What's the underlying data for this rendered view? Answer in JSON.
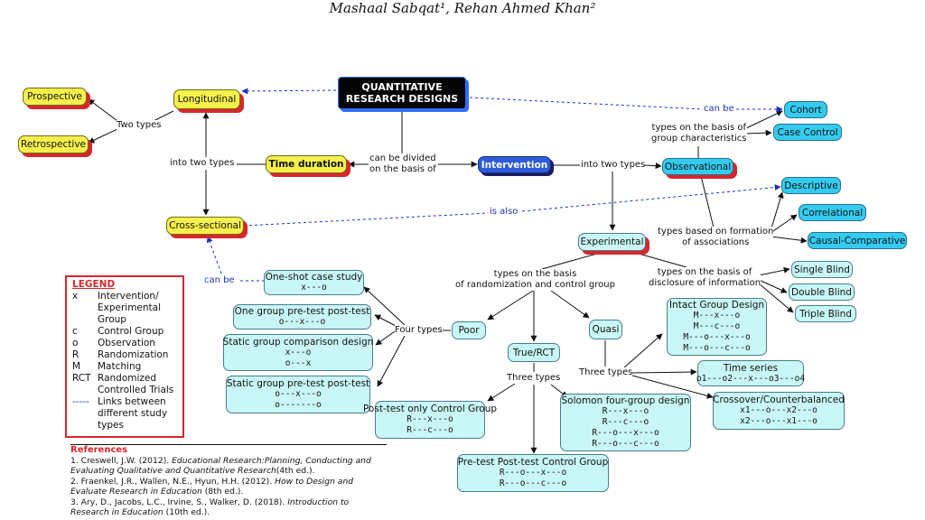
{
  "header": {
    "authors": "Mashaal Sabqat¹, Rehan Ahmed Khan²"
  },
  "nodes": {
    "title": "QUANTITATIVE\nRESEARCH DESIGNS",
    "time_duration": "Time duration",
    "intervention": "Intervention",
    "longitudinal": "Longitudinal",
    "prospective": "Prospective",
    "retrospective": "Retrospective",
    "cross_sectional": "Cross-sectional",
    "observational": "Observational",
    "cohort": "Cohort",
    "case_control": "Case Control",
    "descriptive": "Descriptive",
    "correlational": "Correlational",
    "causal_comparative": "Causal-Comparative",
    "experimental": "Experimental",
    "single_blind": "Single Blind",
    "double_blind": "Double Blind",
    "triple_blind": "Triple Blind",
    "poor": "Poor",
    "true_rct": "True/RCT",
    "quasi": "Quasi",
    "one_shot": {
      "name": "One-shot case study",
      "formula": "x---o"
    },
    "one_group": {
      "name": "One group pre-test post-test",
      "formula": "o---x---o"
    },
    "static_group": {
      "name": "Static group comparison design",
      "formula1": "x---o",
      "formula2": "o---x"
    },
    "static_group_prepost": {
      "name": "Static group pre-test post-test",
      "formula1": "o---x---o",
      "formula2": "o-------o"
    },
    "posttest_only": {
      "name": "Post-test only Control Group",
      "formula1": "R---x---o",
      "formula2": "R---c---o"
    },
    "solomon": {
      "name": "Solomon four-group design",
      "formula1": "R---x---o",
      "formula2": "R---c---o",
      "formula3": "R---o---x---o",
      "formula4": "R---o---c---o"
    },
    "prepost_control": {
      "name": "Pre-test Post-test Control Group",
      "formula1": "R---o---x---o",
      "formula2": "R---o---c---o"
    },
    "intact_group": {
      "name": "Intact Group Design",
      "formula1": "M---x---o",
      "formula2": "M---c---o",
      "formula3": "M---o---x---o",
      "formula4": "M---o---c---o"
    },
    "time_series": {
      "name": "Time series",
      "formula": "o1---o2---x---o3---o4"
    },
    "crossover": {
      "name": "Crossover/Counterbalanced",
      "formula1": "x1---o---x2---o",
      "formula2": "x2---o---x1---o"
    }
  },
  "labels": {
    "two_types": "Two types",
    "into_two_types_left": "into two types",
    "can_be_divided": "can be divided\non the basis of",
    "into_two_types_right": "into two types",
    "can_be_top": "can be",
    "types_group_char": "types on the basis of\ngroup characteristics",
    "is_also": "is also",
    "types_formation": "types based on formation\nof associations",
    "types_randomization": "types on the basis\nof randomization and control group",
    "types_disclosure": "types on the basis of\ndisclosure of information",
    "can_be_left": "can be",
    "four_types": "Four types",
    "three_types_true": "Three types",
    "three_types_quasi": "Three types"
  },
  "legend": {
    "title": "LEGEND",
    "rows": [
      {
        "key": "x",
        "value": "Intervention/\nExperimental\nGroup"
      },
      {
        "key": "c",
        "value": "Control Group"
      },
      {
        "key": "o",
        "value": "Observation"
      },
      {
        "key": "R",
        "value": "Randomization"
      },
      {
        "key": "M",
        "value": "Matching"
      },
      {
        "key": "RCT",
        "value": "Randomized\nControlled Trials"
      },
      {
        "key": "-----",
        "value": "Links between\ndifferent study\ntypes"
      }
    ]
  },
  "references": {
    "title": "References",
    "items": [
      {
        "pre": "1. Creswell, J.W. (2012). ",
        "ital": "Educational Research:Planning, Conducting and Evaluating Qualitative and Quantitative Research",
        "post": "(4th ed.)."
      },
      {
        "pre": "2. Fraenkel, J.R., Wallen, N.E., Hyun, H.H. (2012). ",
        "ital": "How to Design and Evaluate Research in Education",
        "post": " (8th ed.)."
      },
      {
        "pre": "3. Ary, D., Jacobs, L.C., Irvine, S., Walker, D. (2018). ",
        "ital": "Introduction to Research in Education",
        "post": " (10th ed.)."
      }
    ]
  },
  "colors": {
    "node_cyan": "#c9f7f7",
    "node_blue": "#33ccf0",
    "node_yellow": "#f6f14a",
    "accent_red": "#d8262c",
    "link_blue": "#2233bb"
  }
}
